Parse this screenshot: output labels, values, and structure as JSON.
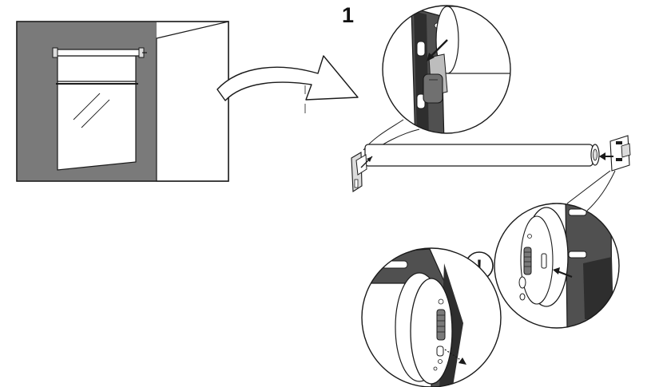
{
  "step": {
    "number": "1"
  },
  "notice": {
    "symbol": "!"
  },
  "colors": {
    "wall": "#7a7a7a",
    "wall_light": "#ffffff",
    "bracket": "#505050",
    "bracket_dark": "#2e2e2e",
    "outline": "#1a1a1a",
    "roller": "#ffffff"
  },
  "icons": [
    "window-scene",
    "curved-arrow-icon",
    "bracket-detail-top",
    "roller-tube",
    "bracket-detail-right",
    "bracket-detail-left",
    "attention-icon",
    "insert-arrow-icon"
  ]
}
